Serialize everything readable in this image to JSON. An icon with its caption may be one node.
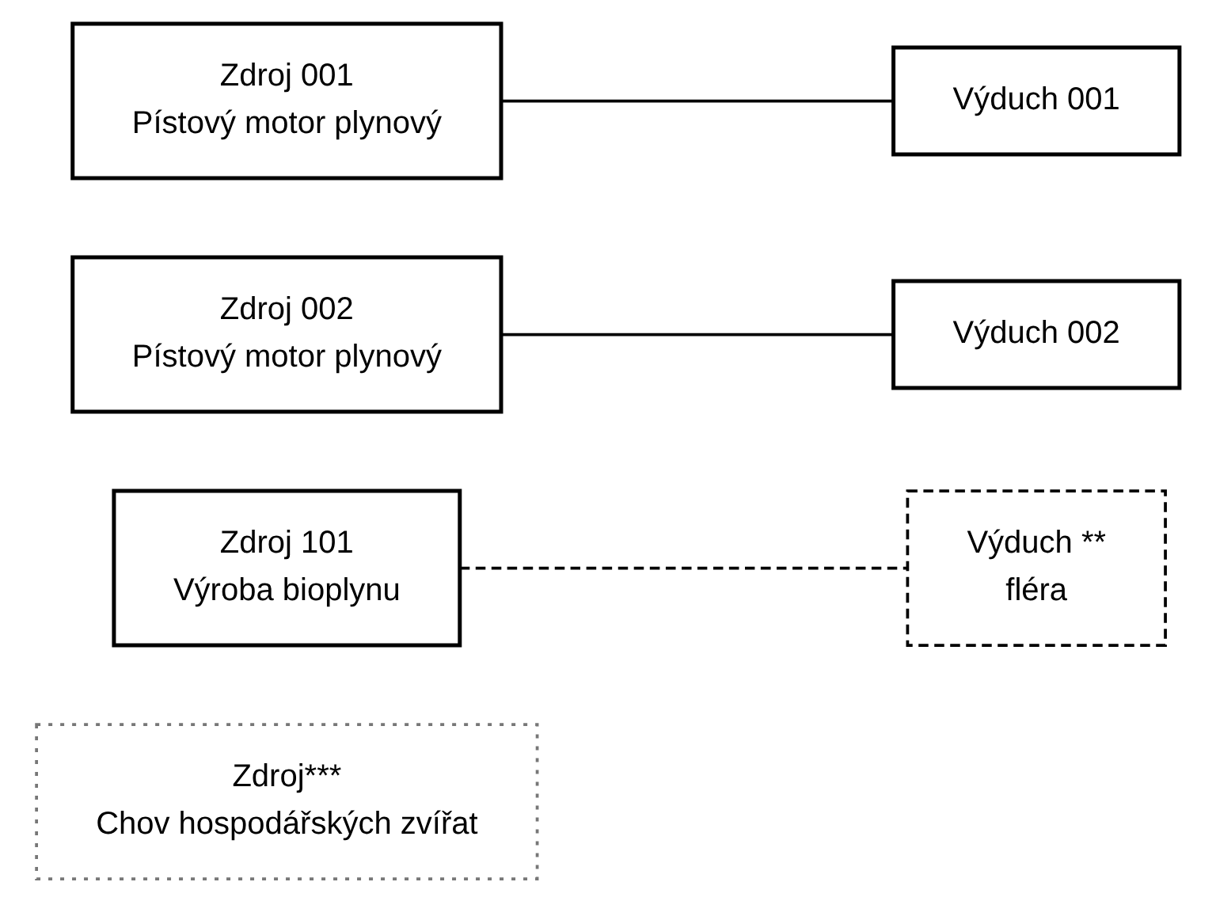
{
  "diagram": {
    "nodes": [
      {
        "text": [
          "Zdroj 001",
          "Pístový motor plynový"
        ]
      },
      {
        "text": [
          "Výduch 001"
        ]
      },
      {
        "text": [
          "Zdroj 002",
          "Pístový motor plynový"
        ]
      },
      {
        "text": [
          "Výduch 002"
        ]
      },
      {
        "text": [
          "Zdroj 101",
          "Výroba bioplynu"
        ]
      },
      {
        "text": [
          "Výduch **",
          "fléra"
        ]
      },
      {
        "text": [
          "Zdroj***",
          "Chov hospodářských zvířat"
        ]
      }
    ],
    "edges": [
      {
        "from": 0,
        "to": 1,
        "arrow": "none"
      },
      {
        "from": 2,
        "to": 3,
        "arrow": "none"
      },
      {
        "from": 4,
        "to": 5,
        "arrow": "none",
        "style": "dashed"
      }
    ]
  }
}
